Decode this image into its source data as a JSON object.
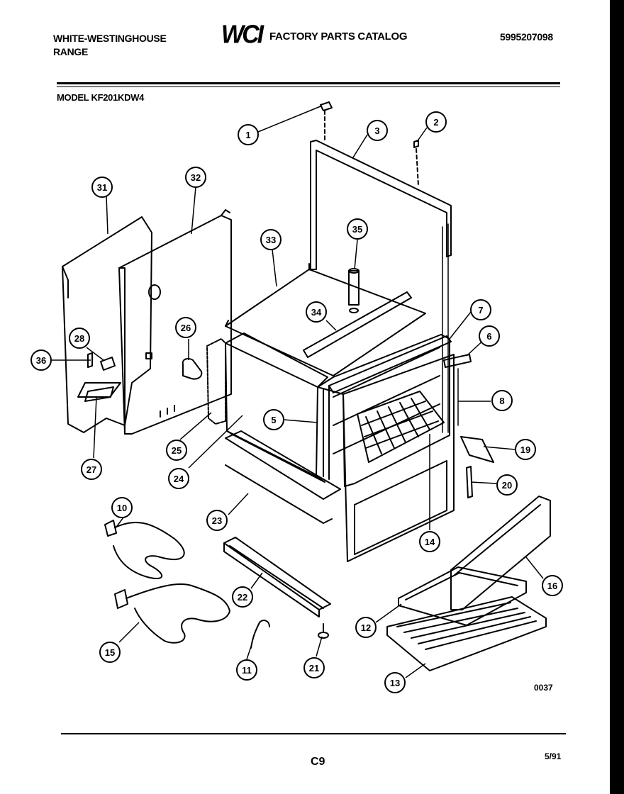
{
  "header": {
    "brand_line1": "WHITE-WESTINGHOUSE",
    "brand_line2": "RANGE",
    "logo_text": "WCI",
    "catalog_title": "FACTORY PARTS CATALOG",
    "catalog_number": "5995207098",
    "model_line": "MODEL KF201KDW4"
  },
  "callouts": [
    {
      "id": "1",
      "label": "1"
    },
    {
      "id": "2",
      "label": "2"
    },
    {
      "id": "3",
      "label": "3"
    },
    {
      "id": "5",
      "label": "5"
    },
    {
      "id": "6",
      "label": "6"
    },
    {
      "id": "7",
      "label": "7"
    },
    {
      "id": "8",
      "label": "8"
    },
    {
      "id": "10",
      "label": "10"
    },
    {
      "id": "11",
      "label": "11"
    },
    {
      "id": "12",
      "label": "12"
    },
    {
      "id": "13",
      "label": "13"
    },
    {
      "id": "14",
      "label": "14"
    },
    {
      "id": "15",
      "label": "15"
    },
    {
      "id": "16",
      "label": "16"
    },
    {
      "id": "19",
      "label": "19"
    },
    {
      "id": "20",
      "label": "20"
    },
    {
      "id": "21",
      "label": "21"
    },
    {
      "id": "22",
      "label": "22"
    },
    {
      "id": "23",
      "label": "23"
    },
    {
      "id": "24",
      "label": "24"
    },
    {
      "id": "25",
      "label": "25"
    },
    {
      "id": "26",
      "label": "26"
    },
    {
      "id": "27",
      "label": "27"
    },
    {
      "id": "28",
      "label": "28"
    },
    {
      "id": "31",
      "label": "31"
    },
    {
      "id": "32",
      "label": "32"
    },
    {
      "id": "33",
      "label": "33"
    },
    {
      "id": "34",
      "label": "34"
    },
    {
      "id": "35",
      "label": "35"
    },
    {
      "id": "36",
      "label": "36"
    }
  ],
  "footer": {
    "figure_code": "0037",
    "page_code": "C9",
    "date_code": "5/91"
  }
}
